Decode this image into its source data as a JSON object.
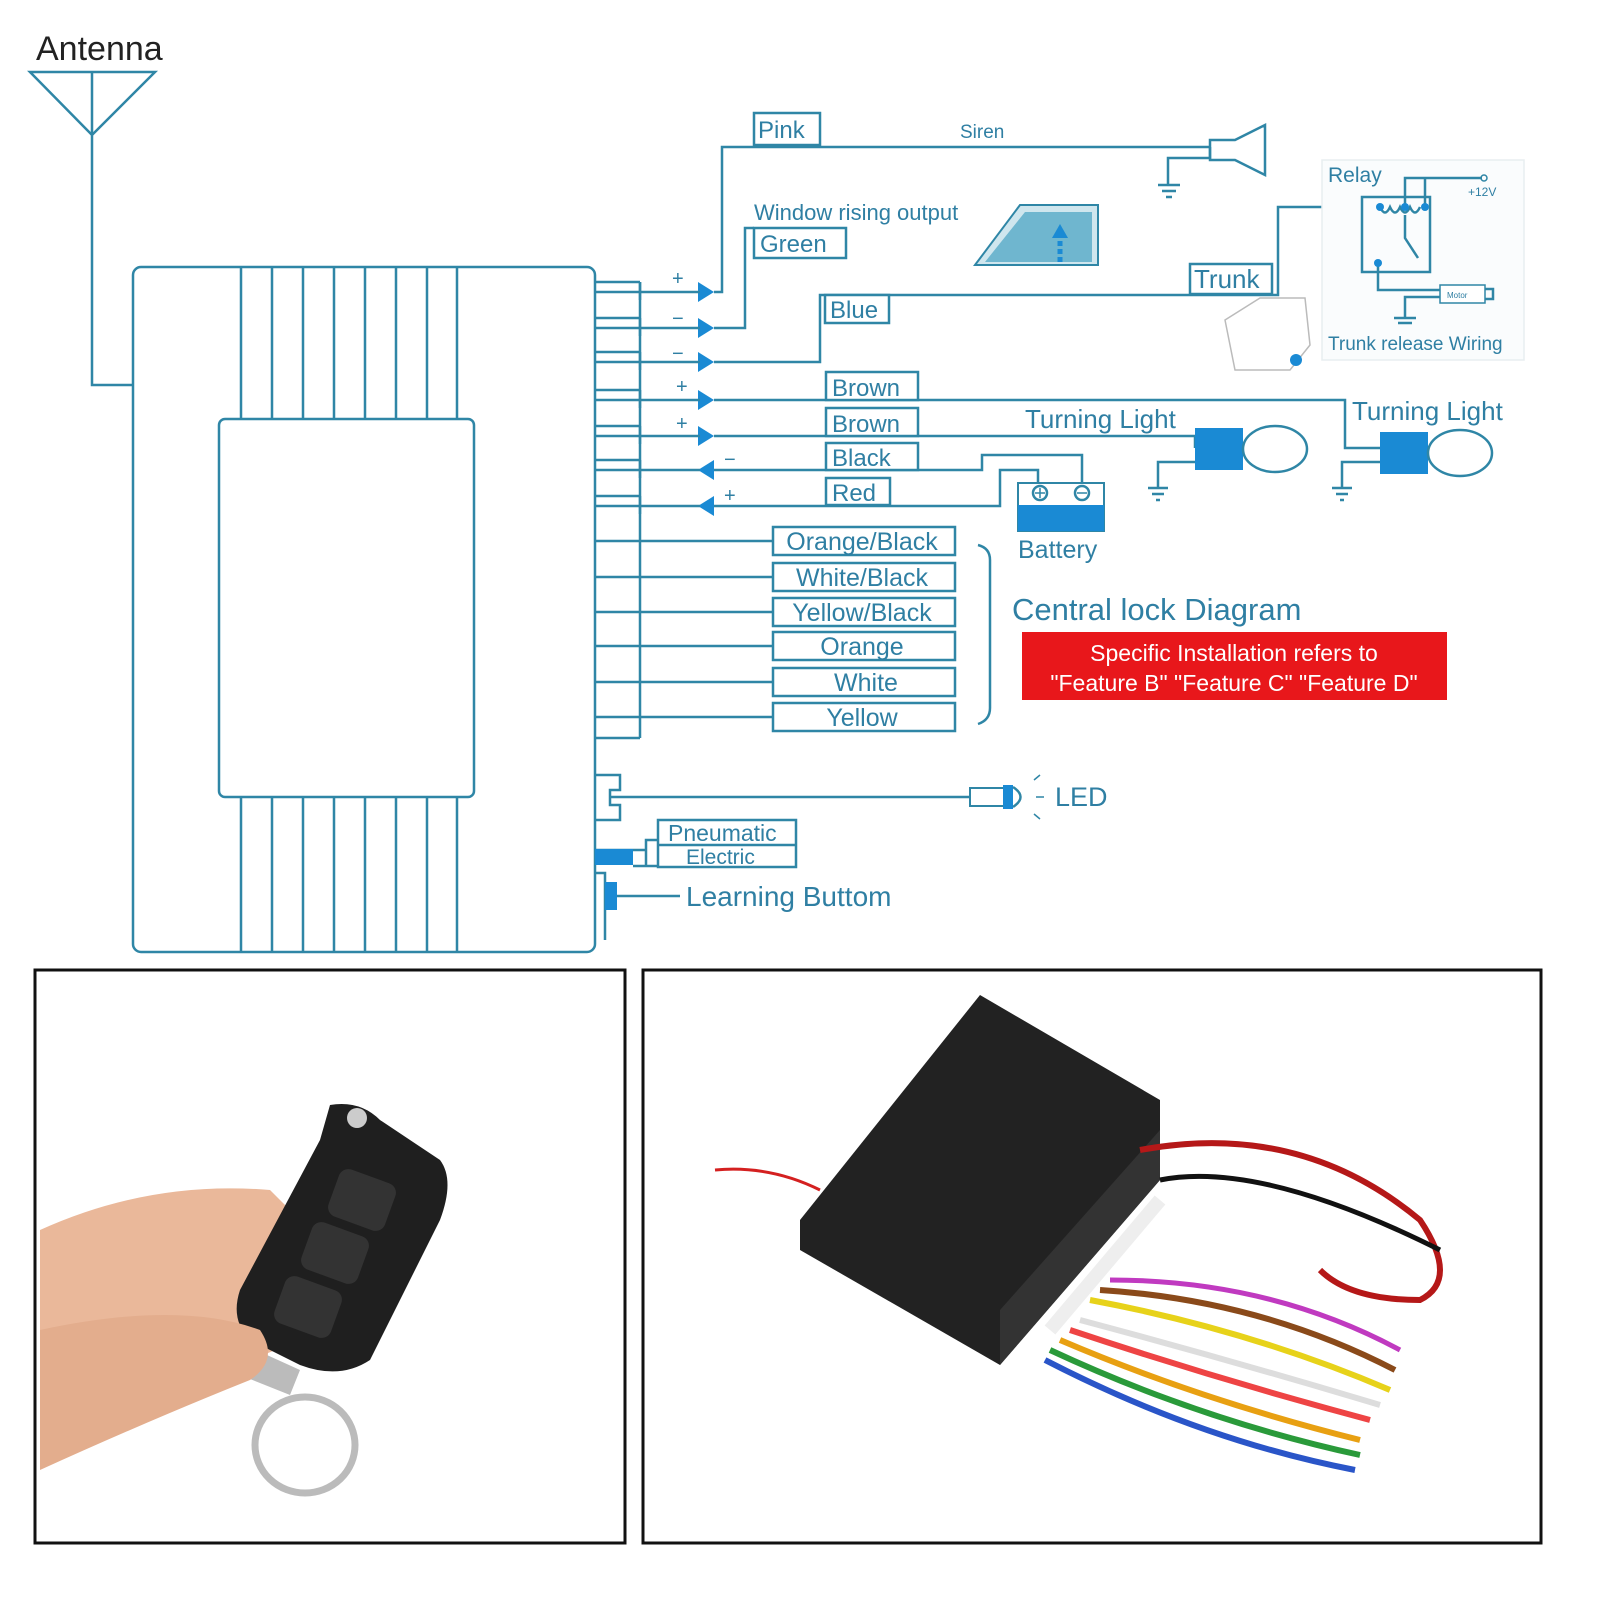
{
  "diagram": {
    "antenna": "Antenna",
    "siren_wire": "Pink",
    "siren": "Siren",
    "window_output": "Window rising output",
    "window_wire": "Green",
    "trunk_wire": "Blue",
    "trunk": "Trunk",
    "relay": "Relay",
    "relay_voltage": "+12V",
    "motor": "Motor",
    "trunk_release": "Trunk release Wiring",
    "brown_1": "Brown",
    "brown_2": "Brown",
    "turning_light_1": "Turning Light",
    "turning_light_2": "Turning Light",
    "black": "Black",
    "red": "Red",
    "battery": "Battery",
    "polarity": [
      "+",
      "−",
      "−",
      "+",
      "+",
      "−",
      "+"
    ],
    "lock_wires": [
      "Orange/Black",
      "White/Black",
      "Yellow/Black",
      "Orange",
      "White",
      "Yellow"
    ],
    "central_lock_title": "Central lock Diagram",
    "notice_line_1": "Specific Installation refers to",
    "notice_line_2": "\"Feature B\" \"Feature C\" \"Feature D\"",
    "led": "LED",
    "pneumatic": "Pneumatic",
    "electric": "Electric",
    "learning_button": "Learning Buttom",
    "colors": {
      "line": "#2f86a6",
      "accent": "#1a8ad4",
      "notice": "#e8171b"
    }
  }
}
